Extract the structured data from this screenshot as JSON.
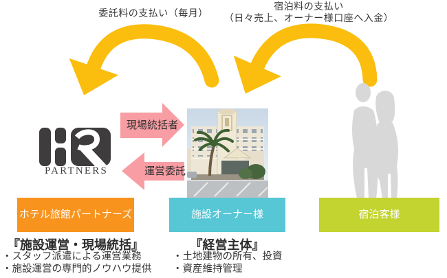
{
  "colors": {
    "flow_arrow": "#FBBE0E",
    "relation_arrow": "#F79DA3",
    "partners_box": "#F8941E",
    "owner_box": "#57C6D5",
    "guests_box": "#C3D330",
    "logo": "#3E3C3D",
    "silhouette": "#D8D8D8"
  },
  "payments": {
    "commission": "委託料の支払い（毎月）",
    "lodging_line1": "宿泊料の支払い",
    "lodging_line2": "（日々売上、オーナー様口座へ入金）"
  },
  "relations": {
    "dispatch": "現場統括者",
    "consignment": "運営委託"
  },
  "logo": {
    "text": "PARTNERS"
  },
  "entities": {
    "partners": {
      "label": "ホテル旅館パートナーズ"
    },
    "owner": {
      "label": "施設オーナー様"
    },
    "guests": {
      "label": "宿泊客様"
    }
  },
  "roles": {
    "partners": {
      "title": "『施設運営・現場統括』",
      "bullets": [
        "・スタッフ派遣による運営業務",
        "・施設運営の専門的ノウハウ提供"
      ]
    },
    "owner": {
      "title": "『経営主体』",
      "bullets": [
        "・土地建物の所有、投資",
        "・資産維持管理"
      ]
    }
  }
}
